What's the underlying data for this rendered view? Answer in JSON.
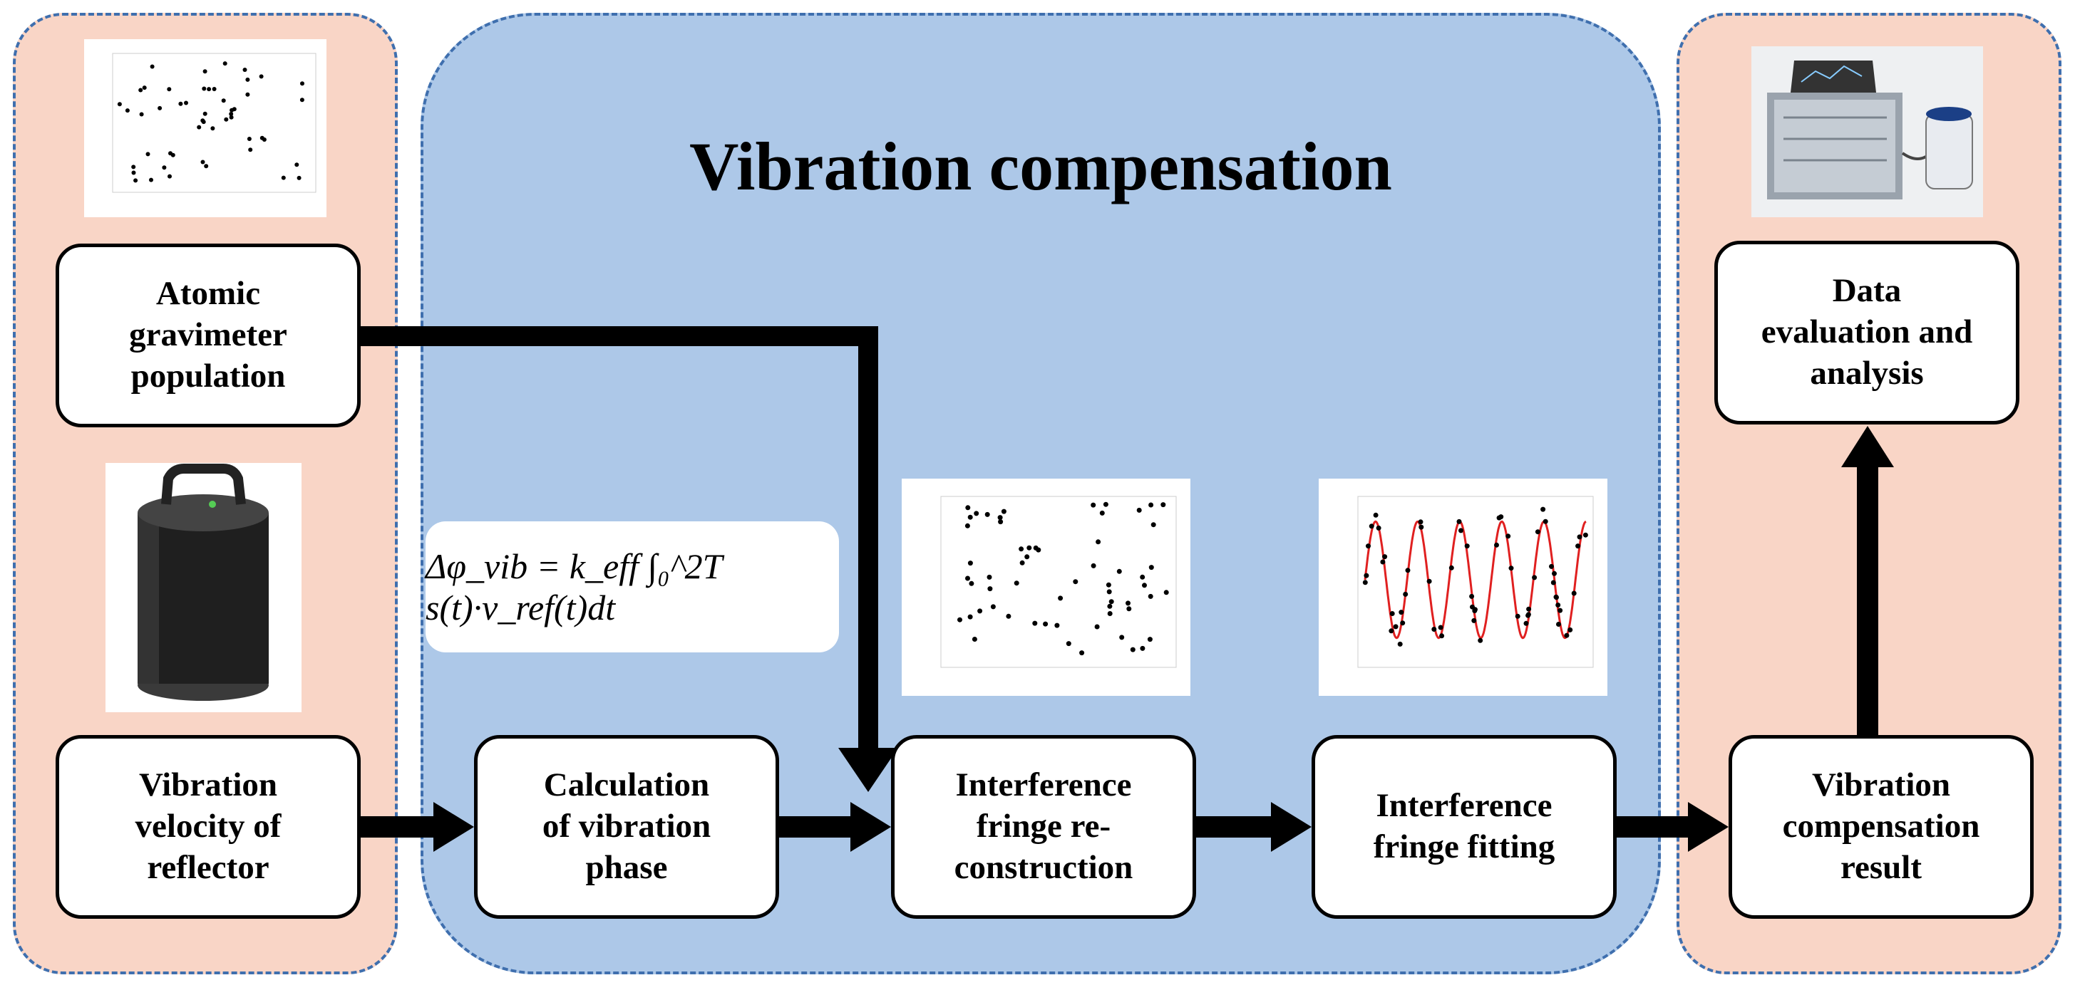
{
  "title": "Vibration compensation",
  "formula": "Δφ_vib = k_eff ∫₀^2T s(t)·v_ref(t)dt",
  "nodes": {
    "atomic": "Atomic\ngravimeter\npopulation",
    "velocity": "Vibration\nvelocity of\nreflector",
    "calc": "Calculation\nof vibration\nphase",
    "recon": "Interference\nfringe re-\nconstruction",
    "fitting": "Interference\nfringe fitting",
    "result": "Vibration\ncompensation\nresult",
    "evaluation": "Data\nevaluation and\nanalysis"
  },
  "colors": {
    "side_panel": "#f9d5c6",
    "center_panel": "#adc8e8",
    "dash": "#3f6fae",
    "fit_curve": "#e02020"
  }
}
